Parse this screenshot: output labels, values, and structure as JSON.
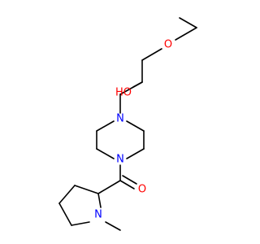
{
  "molecule": {
    "atoms": {
      "ether_oxygen": "O",
      "hydroxyl": "HO",
      "piperazine_n_top": "N",
      "piperazine_n_bottom": "N",
      "carbonyl_oxygen": "O",
      "pyrrolidine_n": "N"
    },
    "colors": {
      "oxygen": "#ff0000",
      "nitrogen": "#0000ff",
      "bond": "#000000"
    }
  }
}
